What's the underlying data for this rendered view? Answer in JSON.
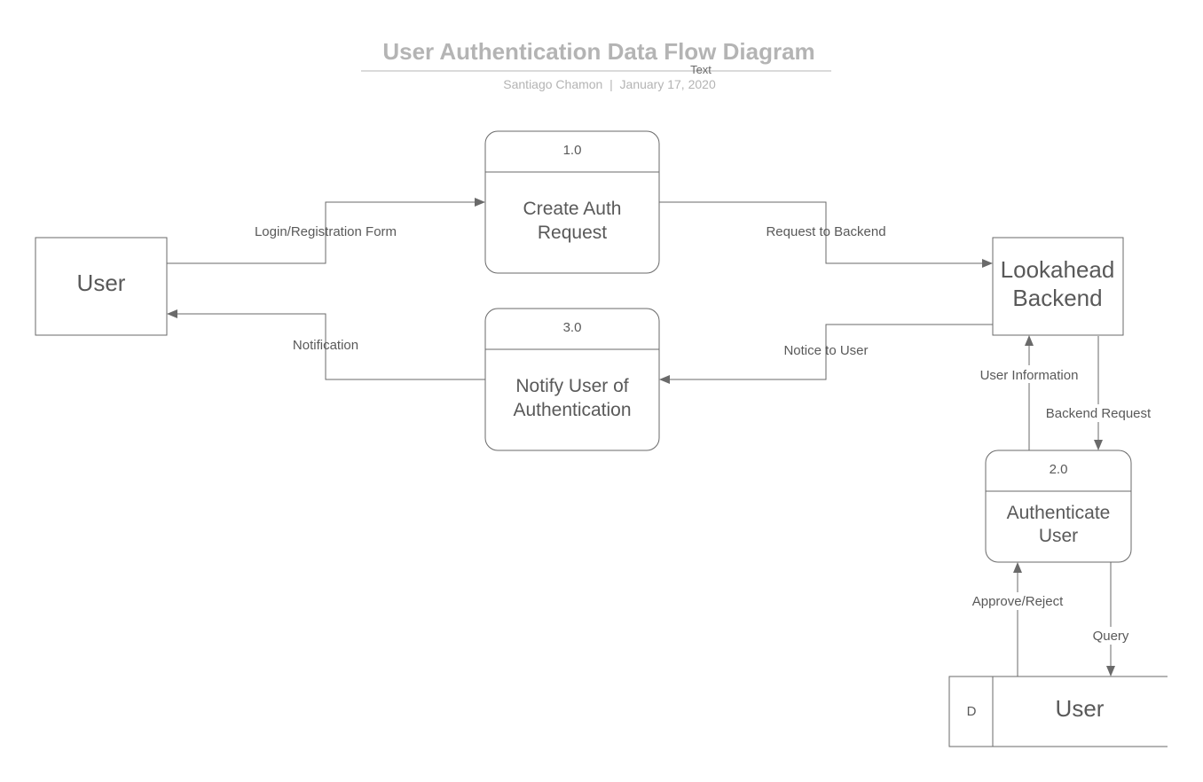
{
  "header": {
    "title": "User Authentication Data Flow Diagram",
    "text_marker": "Text",
    "subtitle": "Santiago Chamon  |  January 17, 2020"
  },
  "entities": {
    "user": {
      "label": "User"
    },
    "backend": {
      "line1": "Lookahead",
      "line2": "Backend"
    }
  },
  "processes": {
    "p1": {
      "number": "1.0",
      "line1": "Create Auth",
      "line2": "Request"
    },
    "p2": {
      "number": "2.0",
      "line1": "Authenticate",
      "line2": "User"
    },
    "p3": {
      "number": "3.0",
      "line1": "Notify User of",
      "line2": "Authentication"
    }
  },
  "datastore": {
    "id": "D",
    "label": "User"
  },
  "flows": {
    "login_form": "Login/Registration Form",
    "request_to_backend": "Request to Backend",
    "notice_to_user": "Notice to User",
    "notification": "Notification",
    "user_information": "User Information",
    "backend_request": "Backend Request",
    "approve_reject": "Approve/Reject",
    "query": "Query"
  },
  "colors": {
    "line": "#6a6a6a",
    "text": "#595959",
    "title": "#b4b4b4"
  }
}
